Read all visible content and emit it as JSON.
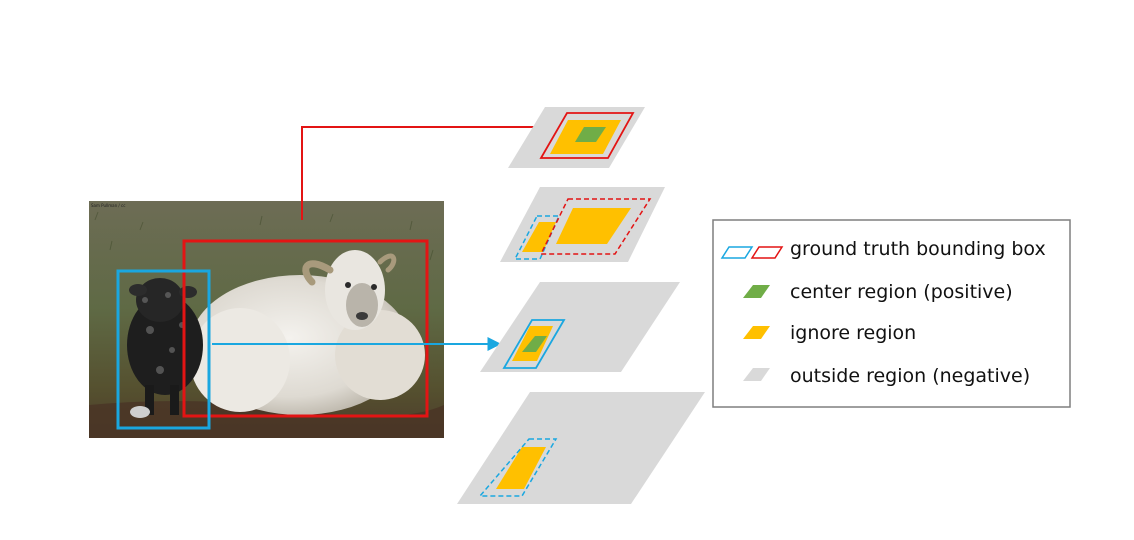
{
  "photo": {
    "credit_text": "Sam Pullman / cc"
  },
  "colors": {
    "ground_truth_red": "#e31414",
    "ground_truth_blue": "#1aa7e0",
    "center_region": "#70ad47",
    "ignore_region": "#ffc000",
    "outside_region": "#d9d9d9",
    "legend_border": "#7f7f7f"
  },
  "legend": {
    "items": [
      {
        "label": "ground truth bounding box",
        "swatch": "bbox-outline"
      },
      {
        "label": "center region (positive)",
        "swatch": "center"
      },
      {
        "label": "ignore region",
        "swatch": "ignore"
      },
      {
        "label": "outside region (negative)",
        "swatch": "outside"
      }
    ]
  },
  "feature_levels": [
    {
      "level": 1,
      "contents": [
        "outside",
        "red-ignore",
        "red-center",
        "red-box-solid"
      ]
    },
    {
      "level": 2,
      "contents": [
        "outside",
        "blue-ignore",
        "red-ignore",
        "blue-box-dashed",
        "red-box-dashed"
      ]
    },
    {
      "level": 3,
      "contents": [
        "outside",
        "blue-ignore",
        "blue-center",
        "blue-box-solid"
      ]
    },
    {
      "level": 4,
      "contents": [
        "outside",
        "blue-ignore",
        "blue-box-dashed"
      ]
    }
  ],
  "arrows": [
    {
      "from": "red-box",
      "to": "level-1"
    },
    {
      "from": "blue-box",
      "to": "level-3"
    }
  ]
}
